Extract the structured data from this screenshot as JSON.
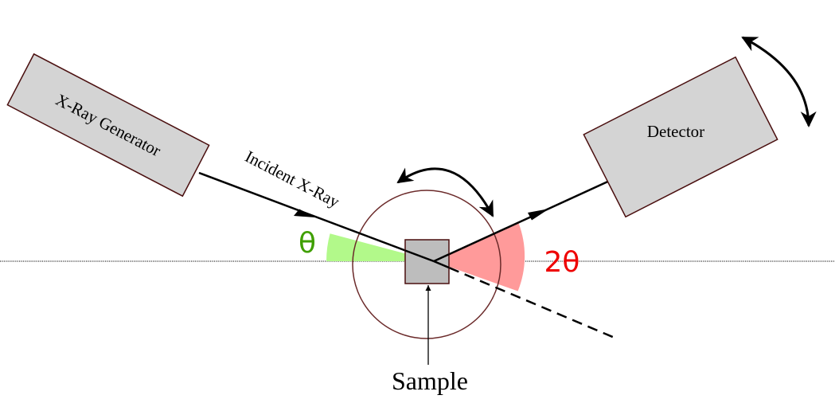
{
  "labels": {
    "generator": "X-Ray Generator",
    "incident": "Incident X-Ray",
    "detector": "Detector",
    "sample": "Sample",
    "theta": "θ",
    "two_theta": "2θ"
  },
  "colors": {
    "theta_wedge": "#b2f98a",
    "two_theta_wedge": "#ff9a9a",
    "theta_text": "#3f9f00",
    "two_theta_text": "#ee0000",
    "box_fill": "#d4d4d4",
    "box_stroke": "#4a0f0f",
    "sample_fill": "#bdbdbd",
    "circle_stroke": "#6b2a2a",
    "ink": "#000000"
  }
}
